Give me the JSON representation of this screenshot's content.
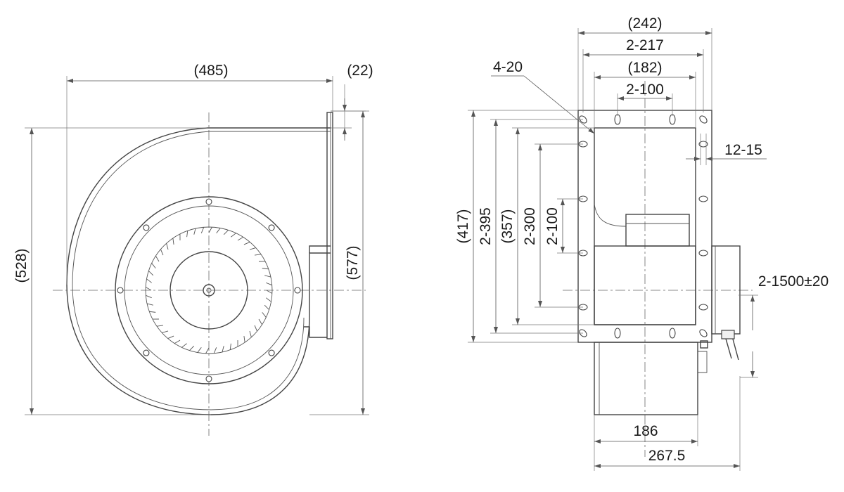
{
  "drawing": {
    "colors": {
      "line": "#444444",
      "text": "#1a1a1a",
      "background": "#ffffff"
    },
    "side_view": {
      "labels": {
        "width_485": "(485)",
        "flange_22": "(22)",
        "height_528": "(528)",
        "height_577": "(577)"
      }
    },
    "front_view": {
      "labels": {
        "overall_242": "(242)",
        "holes_2_217": "2-217",
        "inner_182": "(182)",
        "holes_2_100_top": "2-100",
        "holes_4_20": "4-20",
        "slot_12_15": "12-15",
        "height_417": "(417)",
        "holes_2_395": "2-395",
        "inner_357": "(357)",
        "holes_2_300": "2-300",
        "holes_2_100_side": "2-100",
        "cable_2_1500": "2-1500±20",
        "motor_186": "186",
        "depth_267_5": "267.5"
      }
    }
  }
}
